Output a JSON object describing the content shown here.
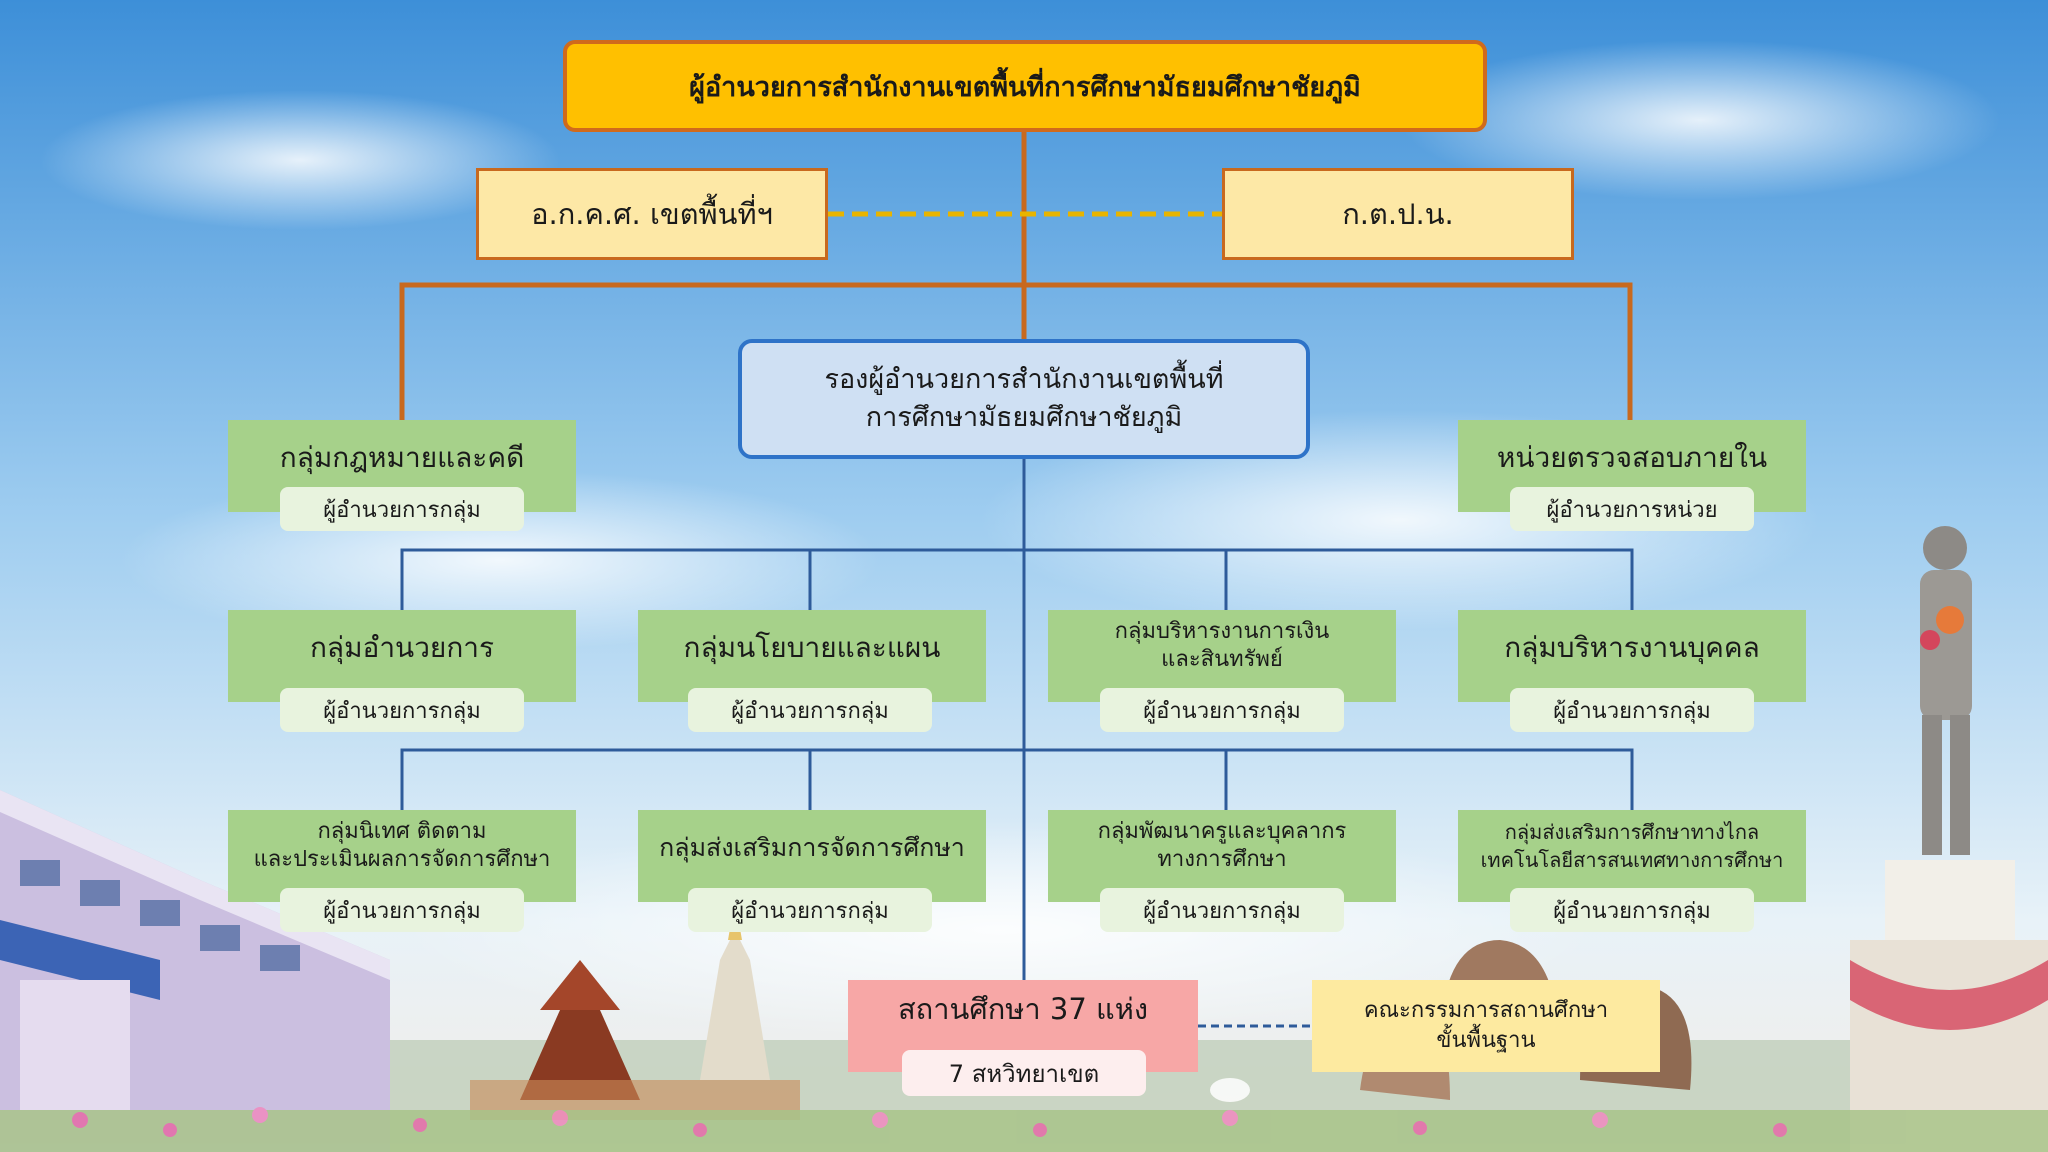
{
  "colors": {
    "director_fill": "#ffc000",
    "director_border": "#d06a1c",
    "advisory_fill": "#fde8a6",
    "deputy_fill": "#cfe0f3",
    "deputy_border": "#2e73c8",
    "group_fill": "#a6d18a",
    "group_sub_fill": "#e8f3de",
    "school_fill": "#f7a7a6",
    "committee_fill": "#fdeaa0",
    "orange_line": "#c8691e",
    "blue_line": "#2e5b9a"
  },
  "director": "ผู้อำนวยการสำนักงานเขตพื้นที่การศึกษามัธยมศึกษาชัยภูมิ",
  "advisory": {
    "left": "อ.ก.ค.ศ. เขตพื้นที่ฯ",
    "right": "ก.ต.ป.น."
  },
  "deputy": {
    "line1": "รองผู้อำนวยการสำนักงานเขตพื้นที่",
    "line2": "การศึกษามัธยมศึกษาชัยภูมิ"
  },
  "upper_groups": {
    "legal": {
      "title": "กลุ่มกฎหมายและคดี",
      "sub": "ผู้อำนวยการกลุ่ม"
    },
    "audit": {
      "title": "หน่วยตรวจสอบภายใน",
      "sub": "ผู้อำนวยการหน่วย"
    }
  },
  "groups_row1": [
    {
      "line1": "กลุ่มอำนวยการ",
      "line2": "",
      "sub": "ผู้อำนวยการกลุ่ม"
    },
    {
      "line1": "กลุ่มนโยบายและแผน",
      "line2": "",
      "sub": "ผู้อำนวยการกลุ่ม"
    },
    {
      "line1": "กลุ่มบริหารงานการเงิน",
      "line2": "และสินทรัพย์",
      "sub": "ผู้อำนวยการกลุ่ม"
    },
    {
      "line1": "กลุ่มบริหารงานบุคคล",
      "line2": "",
      "sub": "ผู้อำนวยการกลุ่ม"
    }
  ],
  "groups_row2": [
    {
      "line1": "กลุ่มนิเทศ ติดตาม",
      "line2": "และประเมินผลการจัดการศึกษา",
      "sub": "ผู้อำนวยการกลุ่ม"
    },
    {
      "line1": "กลุ่มส่งเสริมการจัดการศึกษา",
      "line2": "",
      "sub": "ผู้อำนวยการกลุ่ม"
    },
    {
      "line1": "กลุ่มพัฒนาครูและบุคลากร",
      "line2": "ทางการศึกษา",
      "sub": "ผู้อำนวยการกลุ่ม"
    },
    {
      "line1": "กลุ่มส่งเสริมการศึกษาทางไกล",
      "line2": "เทคโนโลยีสารสนเทศทางการศึกษา",
      "sub": "ผู้อำนวยการกลุ่ม"
    }
  ],
  "schools": {
    "title": "สถานศึกษา 37 แห่ง",
    "sub": "7 สหวิทยาเขต"
  },
  "committee": {
    "line1": "คณะกรรมการสถานศึกษา",
    "line2": "ขั้นพื้นฐาน"
  }
}
